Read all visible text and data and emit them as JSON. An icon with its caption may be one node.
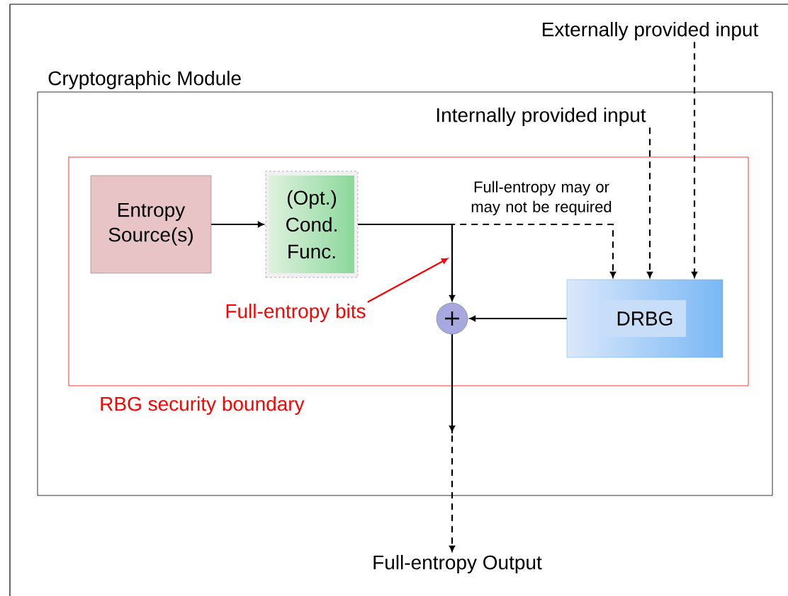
{
  "diagram": {
    "nodes": [
      {
        "text": [
          "Cryptographic Module"
        ]
      },
      {
        "text": [
          "RBG security boundary"
        ],
        "in": 0
      },
      {
        "text": [
          "Entropy Source(s)"
        ],
        "in": 1
      },
      {
        "text": [
          "(Opt.) Cond. Func."
        ],
        "in": 1
      },
      {
        "text": [
          "DRBG"
        ],
        "in": 1
      },
      {
        "text": [],
        "shape": "circle",
        "in": 1
      },
      {
        "text": [
          "Externally provided input"
        ]
      },
      {
        "text": [
          "Internally provided input"
        ],
        "in": 0
      },
      {
        "text": [
          "Full-entropy Output"
        ]
      },
      {
        "text": [
          "Full-entropy bits"
        ],
        "in": 1
      }
    ],
    "edges": [
      {
        "from": 2,
        "to": 3,
        "arrow": "to"
      },
      {
        "from": 3,
        "to": 5,
        "arrow": "to"
      },
      {
        "from": 3,
        "to": 4,
        "arrow": "to",
        "style": "dashed",
        "label": "Full-entropy may or may not be required"
      },
      {
        "from": 7,
        "to": 4,
        "arrow": "to",
        "style": "dashed"
      },
      {
        "from": 6,
        "to": 4,
        "arrow": "to",
        "style": "dashed"
      },
      {
        "from": 4,
        "to": 5,
        "arrow": "to"
      },
      {
        "from": 5,
        "to": 8,
        "arrow": "to",
        "style": "dashed"
      },
      {
        "from": 9,
        "to": null,
        "arrow": "to",
        "color": "#ff0000"
      }
    ]
  }
}
